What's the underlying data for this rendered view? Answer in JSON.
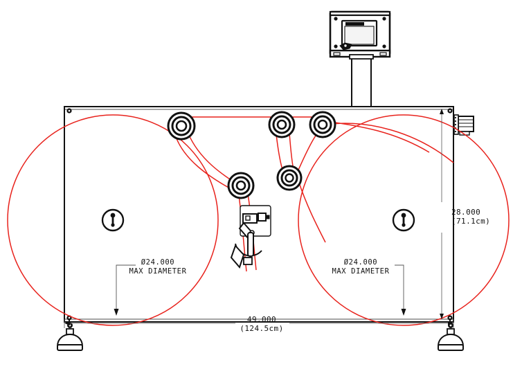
{
  "drawing": {
    "type": "cad-elevation",
    "title": "Web Converting Machine Front Elevation",
    "background_color": "#ffffff",
    "line_color": "#111111",
    "web_path_color": "#e8221c",
    "dim_color": "#555555"
  },
  "dimensions": {
    "width": {
      "value": "49.000",
      "metric": "(124.5cm)",
      "orientation": "horizontal"
    },
    "height": {
      "value": "28.000",
      "metric": "(71.1cm)",
      "orientation": "vertical"
    }
  },
  "callouts": [
    {
      "id": "left-roll",
      "diameter": "Ø24.000",
      "label": "MAX DIAMETER"
    },
    {
      "id": "right-roll",
      "diameter": "Ø24.000",
      "label": "MAX DIAMETER"
    }
  ],
  "components": {
    "control_panel": "hmi-control-panel",
    "mast": "control-panel-mast",
    "frame": "machine-frame",
    "left_spindle": "left-spindle-hub",
    "right_spindle": "right-spindle-hub",
    "drive_motor": "drive-motor-gearbox",
    "dancer": "dancer-arm-assembly",
    "feet": [
      "leveling-foot-left",
      "leveling-foot-right"
    ],
    "rollers": [
      "idler-roller-1",
      "idler-roller-2",
      "idler-roller-3",
      "idler-roller-4",
      "idler-roller-5"
    ]
  }
}
